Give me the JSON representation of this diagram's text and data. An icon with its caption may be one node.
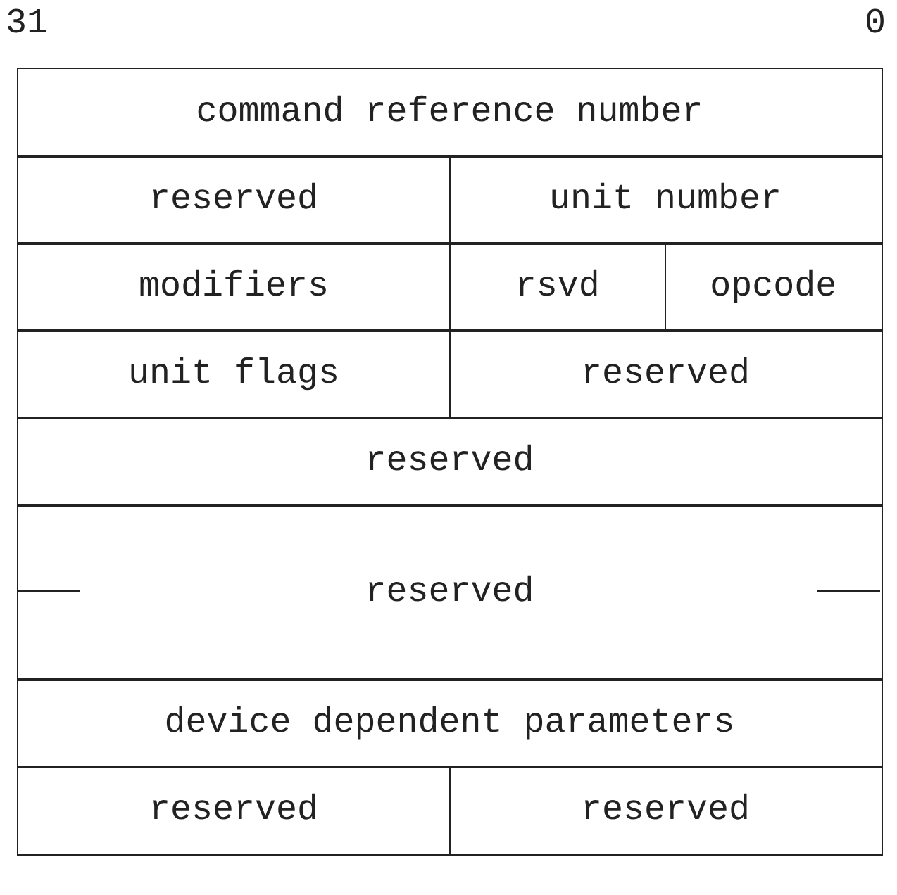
{
  "diagram": {
    "nodes": [
      {
        "text": [
          "command reference number"
        ]
      },
      {
        "text": [
          "reserved"
        ]
      },
      {
        "text": [
          "unit number"
        ]
      },
      {
        "text": [
          "modifiers"
        ]
      },
      {
        "text": [
          "rsvd"
        ]
      },
      {
        "text": [
          "opcode"
        ]
      },
      {
        "text": [
          "unit flags"
        ]
      },
      {
        "text": [
          "reserved"
        ]
      },
      {
        "text": [
          "reserved"
        ]
      },
      {
        "text": [
          "reserved"
        ]
      },
      {
        "text": [
          "device dependent parameters"
        ]
      },
      {
        "text": [
          "reserved"
        ]
      },
      {
        "text": [
          "reserved"
        ]
      }
    ],
    "labels": [
      "31",
      "0"
    ]
  }
}
